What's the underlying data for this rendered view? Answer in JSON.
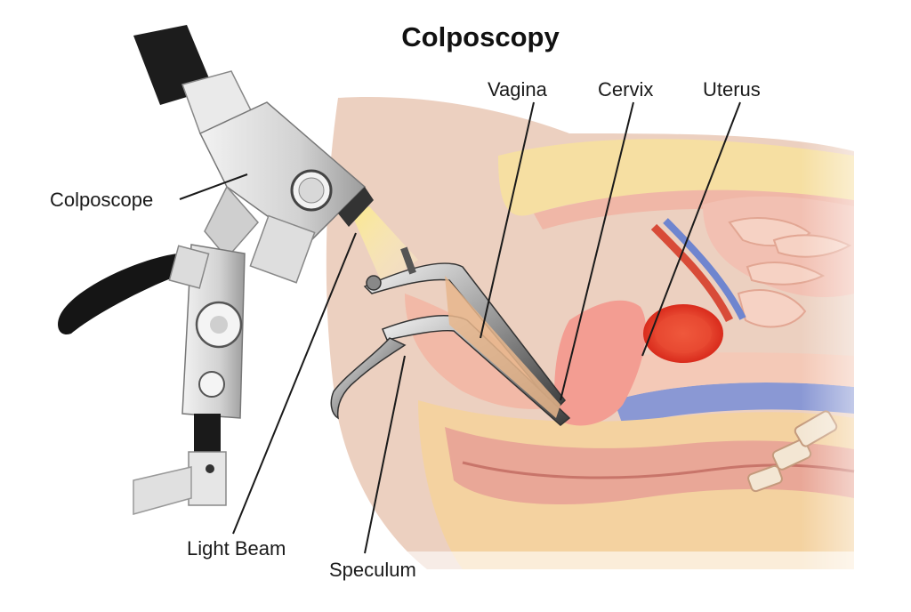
{
  "title": "Colposcopy",
  "labels": {
    "colposcope": "Colposcope",
    "light_beam": "Light Beam",
    "speculum": "Speculum",
    "vagina": "Vagina",
    "cervix": "Cervix",
    "uterus": "Uterus"
  },
  "colors": {
    "skin": "#e9c7b3",
    "tissue_pink": "#f1a9a0",
    "cervix_pink": "#f08a80",
    "uterus_red": "#e23c2c",
    "fat_yellow": "#f5dc9c",
    "bladder_blue": "#7d8fd0",
    "scope_gray": "#d8d8d8",
    "handle_black": "#1a1a1a",
    "beam_yellow": "#fdf0a0"
  }
}
